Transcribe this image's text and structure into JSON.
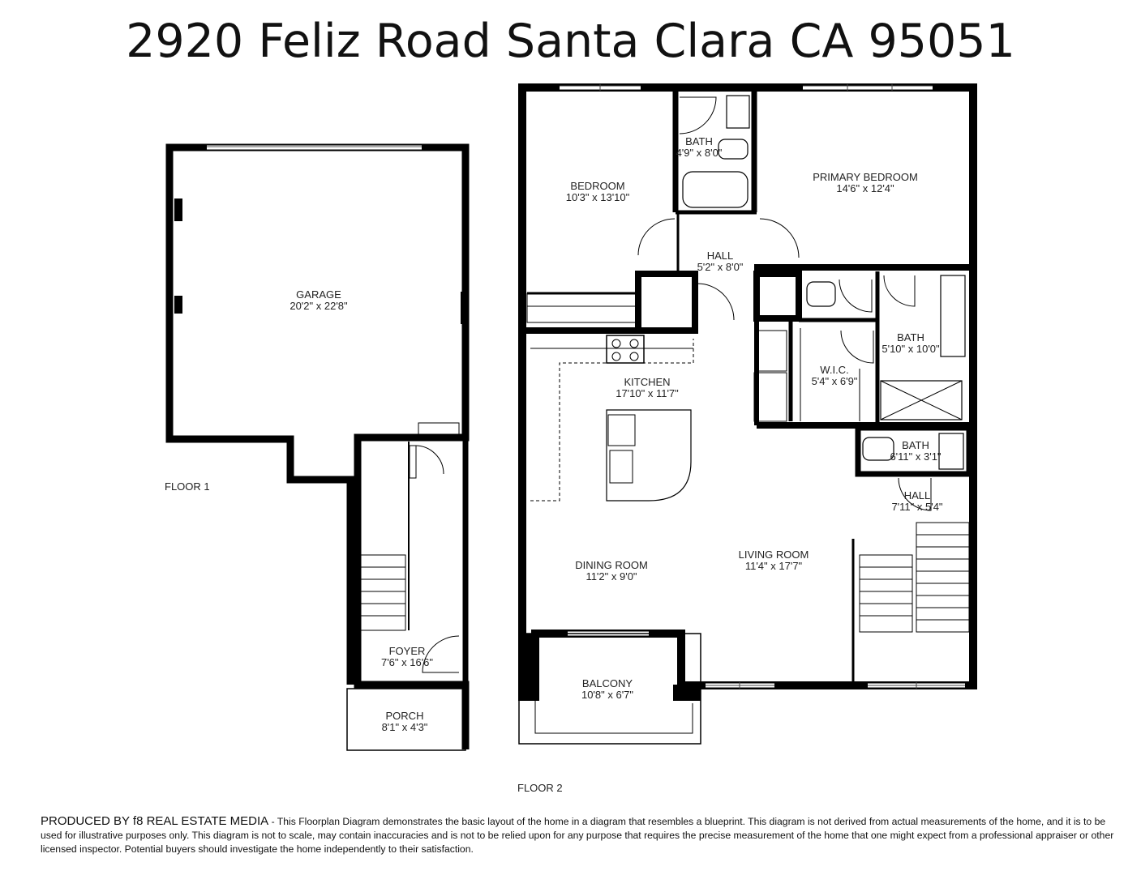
{
  "title": "2920 Feliz Road Santa Clara CA 95051",
  "floors": [
    {
      "label": "FLOOR 1"
    },
    {
      "label": "FLOOR 2"
    }
  ],
  "rooms": [
    {
      "id": "garage",
      "name": "GARAGE",
      "dims": "20'2\" x 22'8\""
    },
    {
      "id": "foyer",
      "name": "FOYER",
      "dims": "7'6\" x 16'6\""
    },
    {
      "id": "porch",
      "name": "PORCH",
      "dims": "8'1\" x 4'3\""
    },
    {
      "id": "bedroom",
      "name": "BEDROOM",
      "dims": "10'3\" x 13'10\""
    },
    {
      "id": "bath-1",
      "name": "BATH",
      "dims": "4'9\" x 8'0\""
    },
    {
      "id": "primary-bedroom",
      "name": "PRIMARY BEDROOM",
      "dims": "14'6\" x 12'4\""
    },
    {
      "id": "hall-1",
      "name": "HALL",
      "dims": "5'2\" x 8'0\""
    },
    {
      "id": "bath-2",
      "name": "BATH",
      "dims": "5'10\" x 10'0\""
    },
    {
      "id": "wic",
      "name": "W.I.C.",
      "dims": "5'4\" x 6'9\""
    },
    {
      "id": "kitchen",
      "name": "KITCHEN",
      "dims": "17'10\" x 11'7\""
    },
    {
      "id": "bath-3",
      "name": "BATH",
      "dims": "6'11\" x 3'1\""
    },
    {
      "id": "hall-2",
      "name": "HALL",
      "dims": "7'11\" x 5'4\""
    },
    {
      "id": "dining-room",
      "name": "DINING ROOM",
      "dims": "11'2\" x 9'0\""
    },
    {
      "id": "living-room",
      "name": "LIVING ROOM",
      "dims": "11'4\" x 17'7\""
    },
    {
      "id": "balcony",
      "name": "BALCONY",
      "dims": "10'8\" x 6'7\""
    }
  ],
  "footer": {
    "producer": "PRODUCED BY f8 REAL ESTATE MEDIA",
    "text": " - This Floorplan Diagram demonstrates the basic layout of the home in a diagram that resembles a blueprint. This diagram is not derived from actual measurements of the home, and it is to be used for illustrative purposes only. This diagram is not to scale, may contain inaccuracies and is not to be relied upon for any purpose that requires the precise measurement of the home that one might expect from a professional appraiser or other licensed inspector. Potential buyers should investigate the home independently to their satisfaction."
  }
}
